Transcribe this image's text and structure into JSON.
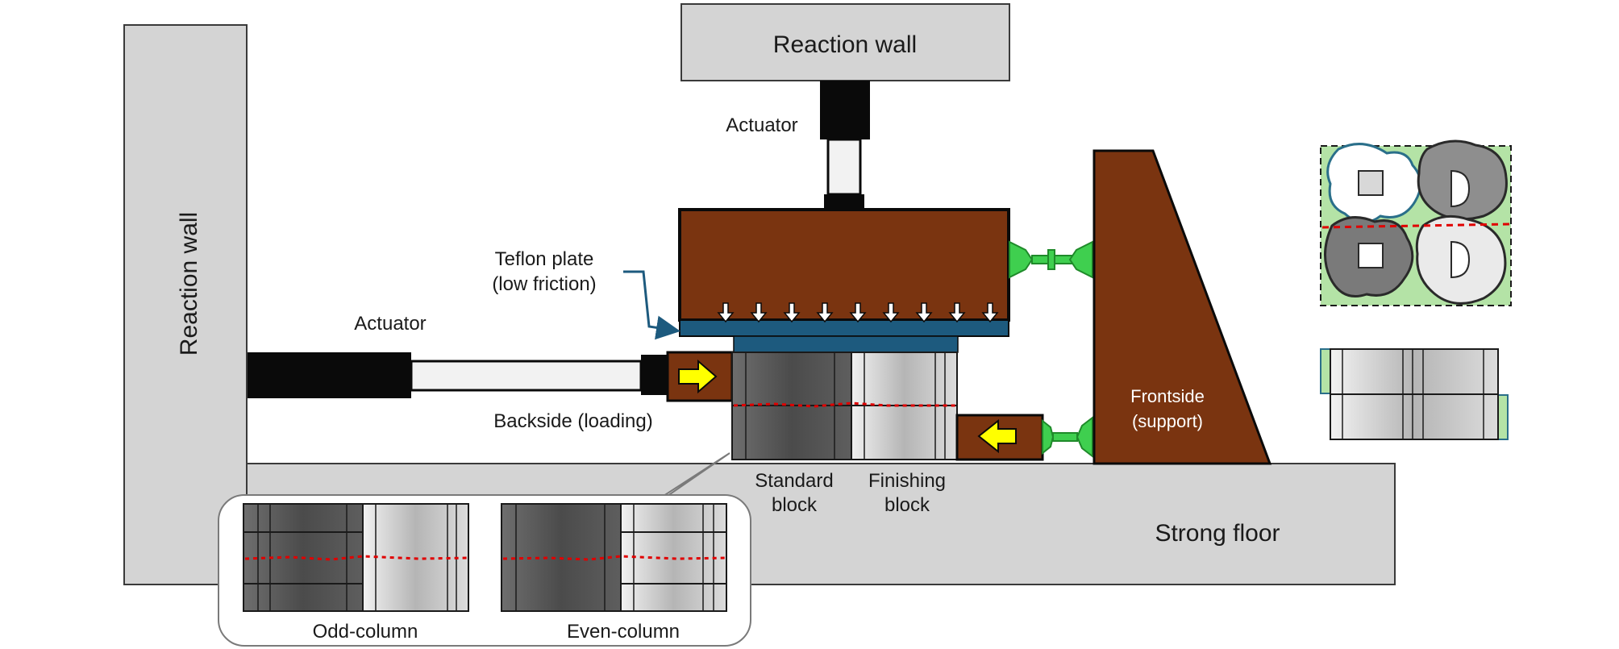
{
  "labels": {
    "reaction_wall_left": "Reaction wall",
    "reaction_wall_top": "Reaction wall",
    "actuator_top": "Actuator",
    "actuator_left": "Actuator",
    "teflon_line1": "Teflon plate",
    "teflon_line2": "(low friction)",
    "backside": "Backside (loading)",
    "standard_line1": "Standard",
    "standard_line2": "block",
    "finishing_line1": "Finishing",
    "finishing_line2": "block",
    "frontside_line1": "Frontside",
    "frontside_line2": "(support)",
    "strong_floor": "Strong floor",
    "odd_column": "Odd-column",
    "even_column": "Even-column"
  },
  "colors": {
    "concrete": "#d4d4d4",
    "outline": "#3a3a3a",
    "brown": "#7a3410",
    "teflon_blue": "#1d5a7e",
    "actuator_black": "#0a0a0a",
    "standard_block": "#555555",
    "finishing_block": "#c4c4c4",
    "crack_red": "#e00000",
    "arrow_yellow": "#ffff00",
    "hinge_green": "#3fcf4f",
    "puzzle_bg_green": "#b4e3a6"
  }
}
